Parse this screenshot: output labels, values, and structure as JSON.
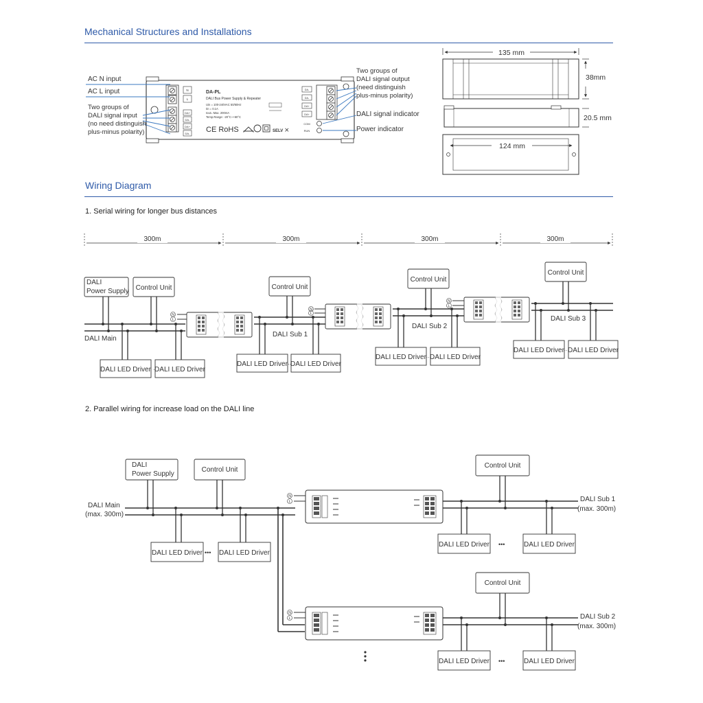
{
  "sections": {
    "mechanical": "Mechanical Structures and Installations",
    "wiring": "Wiring Diagram"
  },
  "serial_title": "1. Serial wiring for longer bus distances",
  "parallel_title": "2. Parallel wiring for increase load on the DALI line",
  "device": {
    "model": "DA-PL",
    "subtitle": "DALI Bus Power Supply & Repeater",
    "specs": [
      "Uin = 100-240VAC 50/60Hz",
      "Iin  = 0.1A",
      "Iout= Max. 200mA",
      "Temp.Range: -20°C~+60°C"
    ],
    "cert": "CE RoHS",
    "selv": "SELV",
    "term_in": [
      "N",
      "L",
      "DA+",
      "DA-",
      "DA+",
      "DA-"
    ],
    "term_out": [
      "DA-",
      "DA-",
      "DA+",
      "DA+"
    ],
    "com": "COM",
    "run": "RUN"
  },
  "callouts": {
    "ac_n": "AC N input",
    "ac_l": "AC L input",
    "dali_in": [
      "Two groups of",
      "DALI signal input",
      "(no need distinguish",
      "plus-minus polarity)"
    ],
    "dali_out": [
      "Two groups of",
      "DALI signal output",
      "(need distinguish",
      "plus-minus polarity)"
    ],
    "dali_indicator": "DALI signal indicator",
    "power_indicator": "Power indicator"
  },
  "dimensions": {
    "length": "135 mm",
    "height": "38mm",
    "depth": "20.5 mm",
    "mount": "124 mm"
  },
  "serial": {
    "distances": [
      "300m",
      "300m",
      "300m",
      "300m"
    ],
    "power_supply": [
      "DALI",
      "Power Supply"
    ],
    "control_unit": "Control Unit",
    "dali_main": "DALI Main",
    "subs": [
      "DALI Sub 1",
      "DALI Sub 2",
      "DALI Sub 3"
    ],
    "driver": "DALI LED Driver",
    "n": "N",
    "l": "L"
  },
  "parallel": {
    "power_supply": [
      "DALI",
      "Power Supply"
    ],
    "control_unit": "Control Unit",
    "dali_main": [
      "DALI Main",
      "(max. 300m)"
    ],
    "sub1": [
      "DALI Sub 1",
      "(max. 300m)"
    ],
    "sub2": [
      "DALI Sub 2",
      "(max. 300m)"
    ],
    "driver": "DALI LED Driver",
    "ellipsis": "•••"
  }
}
